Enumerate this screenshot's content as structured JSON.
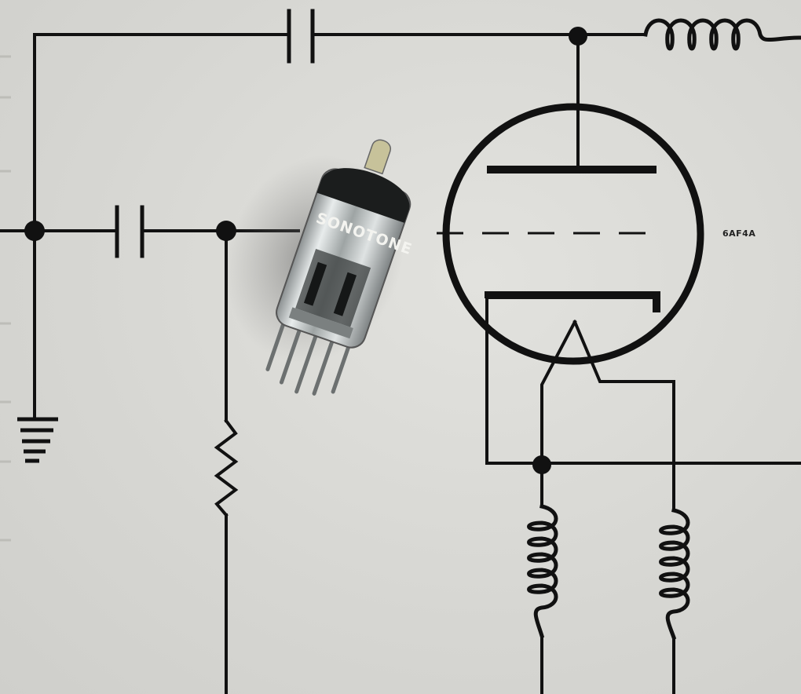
{
  "diagram": {
    "tube_type_label": "6AF4A",
    "tube_brand_text": "SONOTONE",
    "components": [
      "coupling-capacitor",
      "input-capacitor",
      "grid-resistor",
      "output-inductor",
      "cathode-choke",
      "filament-choke",
      "ground",
      "vacuum-tube-triode"
    ]
  }
}
